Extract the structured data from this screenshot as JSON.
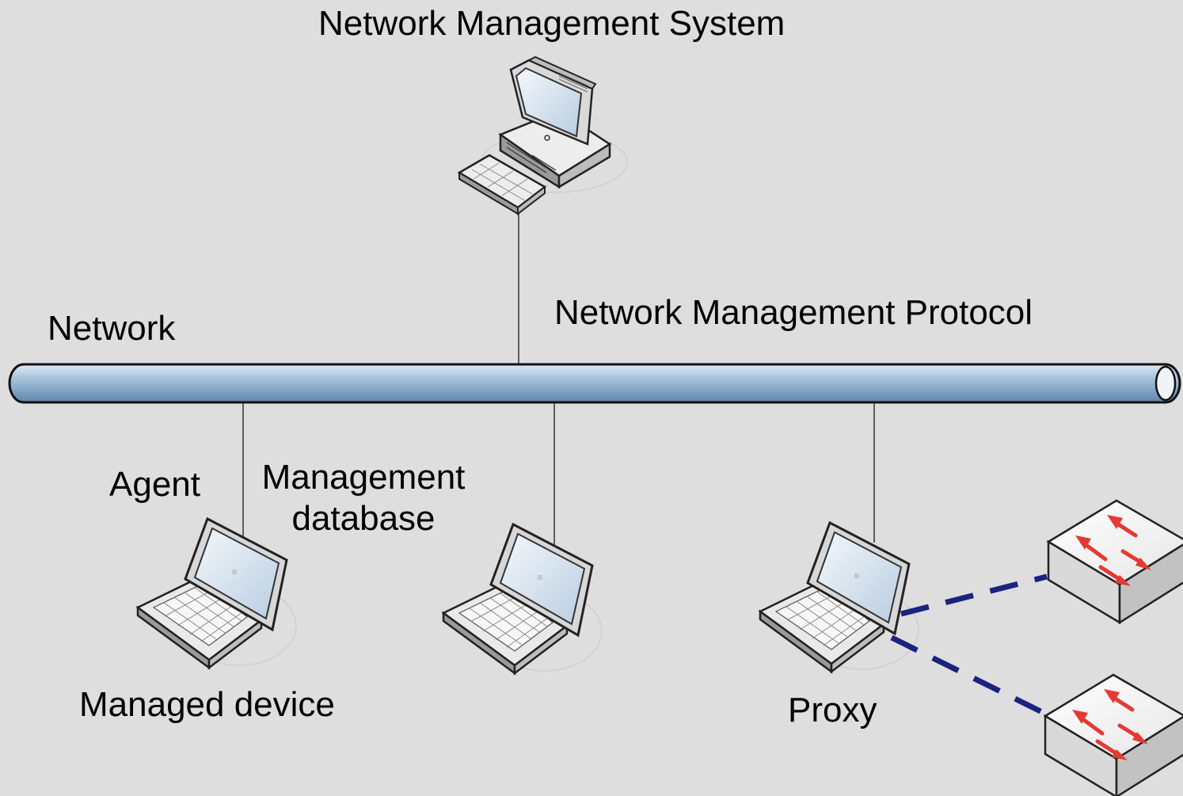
{
  "labels": {
    "nms": "Network Management System",
    "network": "Network",
    "protocol": "Network Management Protocol",
    "agent": "Agent",
    "mgmt_db_line1": "Management",
    "mgmt_db_line2": "database",
    "managed_device": "Managed device",
    "proxy": "Proxy"
  },
  "icons": {
    "workstation": "desktop-computer-icon",
    "laptop": "laptop-icon",
    "switch": "network-switch-icon"
  },
  "colors": {
    "background": "#dedede",
    "bus_fill": "#a9c4dd",
    "dashed_link": "#1a237e",
    "switch_arrow": "#e53935"
  }
}
